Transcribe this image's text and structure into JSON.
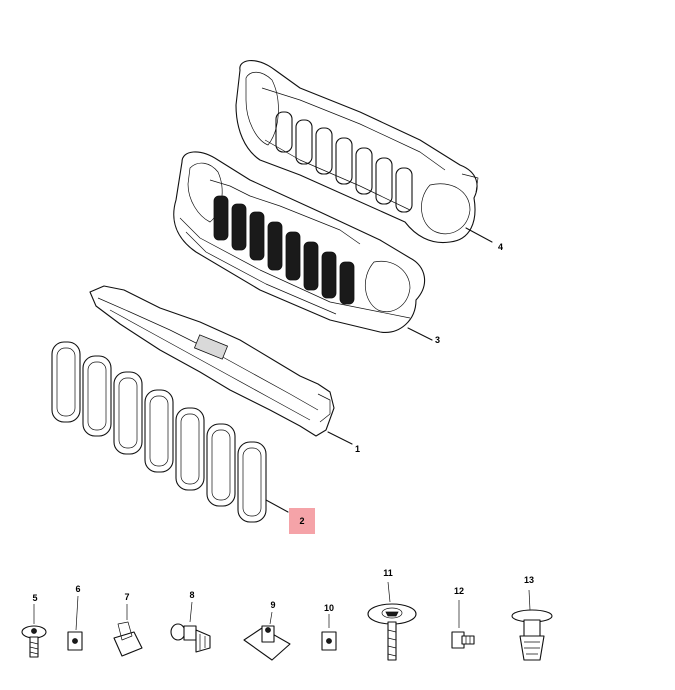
{
  "highlight_color": "#f5a3a8",
  "line_color": "#111111",
  "background_color": "#ffffff",
  "callouts": {
    "c1": "1",
    "c2": "2",
    "c3": "3",
    "c4": "4",
    "c5": "5",
    "c6": "6",
    "c7": "7",
    "c8": "8",
    "c9": "9",
    "c10": "10",
    "c11": "11",
    "c12": "12",
    "c13": "13"
  },
  "highlighted_callout": "2"
}
